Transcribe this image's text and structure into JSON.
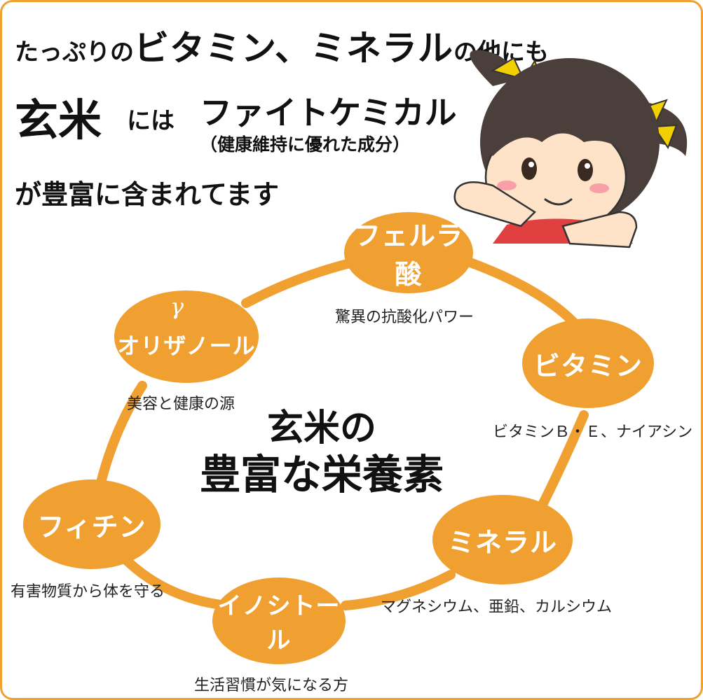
{
  "heading": {
    "line1_a": "たっぷりの",
    "line1_b": "ビタミン、ミネラル",
    "line1_c": "の他にも",
    "line2_a": "玄米",
    "line2_b": "には",
    "line2_c": "ファイトケミカル",
    "line2_d": "（健康維持に優れた成分）",
    "line3": "が豊富に含まれてます"
  },
  "center": {
    "line1": "玄米の",
    "line2": "豊富な栄養素"
  },
  "nutrients": [
    {
      "name": "フェルラ酸",
      "desc": "驚異の抗酸化パワー"
    },
    {
      "name": "ビタミン",
      "desc": "ビタミンＢ・Ｅ、ナイアシン"
    },
    {
      "name": "ミネラル",
      "desc": "マグネシウム、亜鉛、カルシウム"
    },
    {
      "name": "イノシトール",
      "desc": "生活習慣が気になる方"
    },
    {
      "name": "フィチン",
      "desc": "有害物質から体を守る"
    },
    {
      "name": "オリザノール",
      "prefix": "γ",
      "desc": "美容と健康の源"
    }
  ],
  "colors": {
    "accent": "#f0a030",
    "text": "#111111",
    "hair": "#4a3f3a",
    "ribbon": "#f2d000",
    "skin": "#ffe3c8",
    "shirt": "#e04040"
  }
}
